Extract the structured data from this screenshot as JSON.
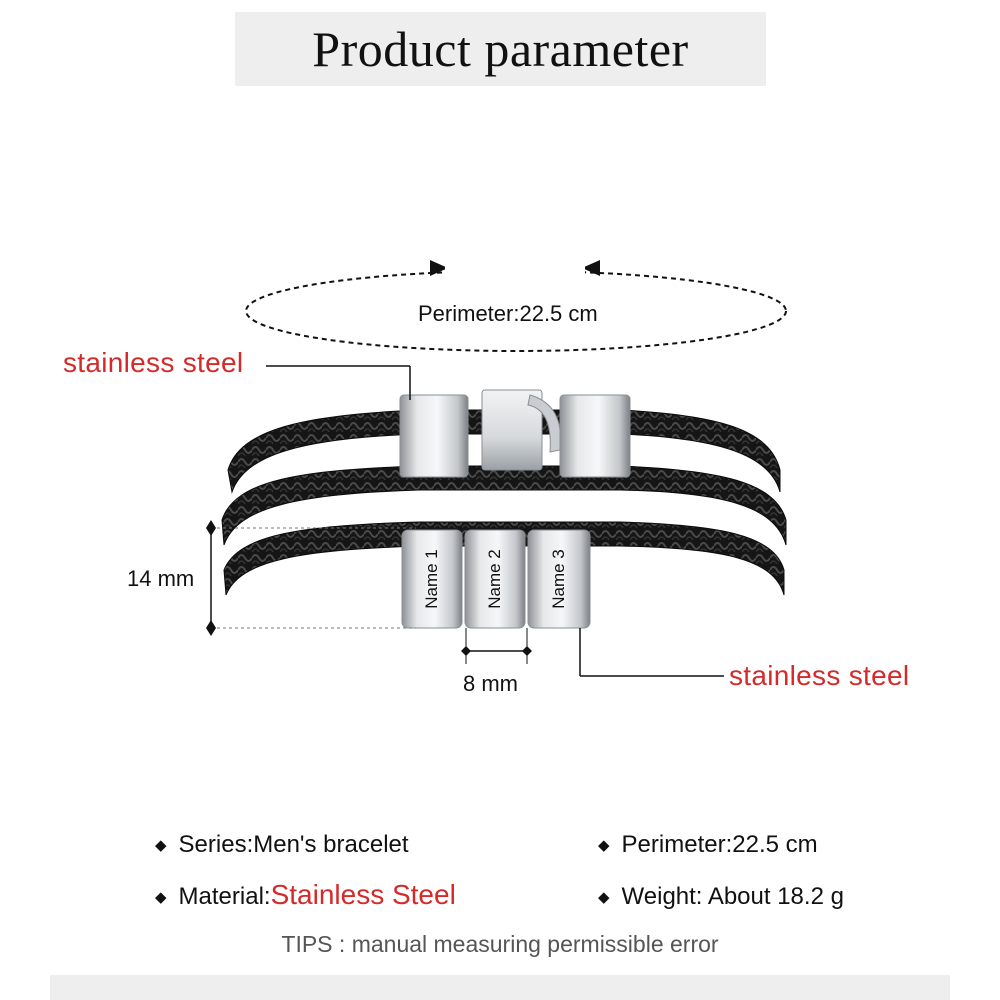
{
  "header": {
    "title": "Product parameter"
  },
  "diagram": {
    "perimeter_label": "Perimeter:22.5 cm",
    "callout_top": "stainless steel",
    "callout_bottom": "stainless steel",
    "height_dim": "14 mm",
    "width_dim": "8 mm",
    "beads": [
      "Name 1",
      "Name 2",
      "Name 3"
    ]
  },
  "specs": {
    "series": "Series:Men's bracelet",
    "material_prefix": "Material:",
    "material_value": "Stainless Steel",
    "perimeter": "Perimeter:22.5 cm",
    "weight": "Weight: About 18.2 g",
    "bullet": "◆"
  },
  "tips": "TIPS : manual measuring permissible error",
  "colors": {
    "accent_red": "#d42a2a",
    "leather": "#1a1a1a",
    "steel": "#c9cdd1"
  }
}
